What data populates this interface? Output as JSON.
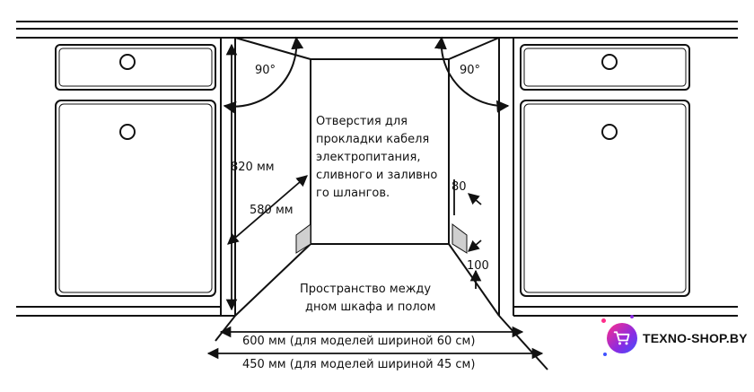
{
  "labels": {
    "angle_left": "90°",
    "angle_right": "90°",
    "height": "820 мм",
    "depth": "580 мм",
    "holes_line1": "Отверстия для",
    "holes_line2": "прокладки кабеля",
    "holes_line3": "электропитания,",
    "holes_line4": "сливного и заливно",
    "holes_line5": "го шлангов.",
    "dim_80": "80",
    "dim_100": "100",
    "space_line1": "Пространство между",
    "space_line2": "дном шкафа и полом",
    "width_60": "600 мм (для моделей шириной 60 см)",
    "width_45": "450 мм (для моделей шириной 45 см)"
  },
  "brand": {
    "name": "TEXNO-SHOP.BY",
    "icon": "shopping-cart-icon",
    "colors": [
      "#ff2d8a",
      "#8a2be2",
      "#3f51ff"
    ]
  }
}
